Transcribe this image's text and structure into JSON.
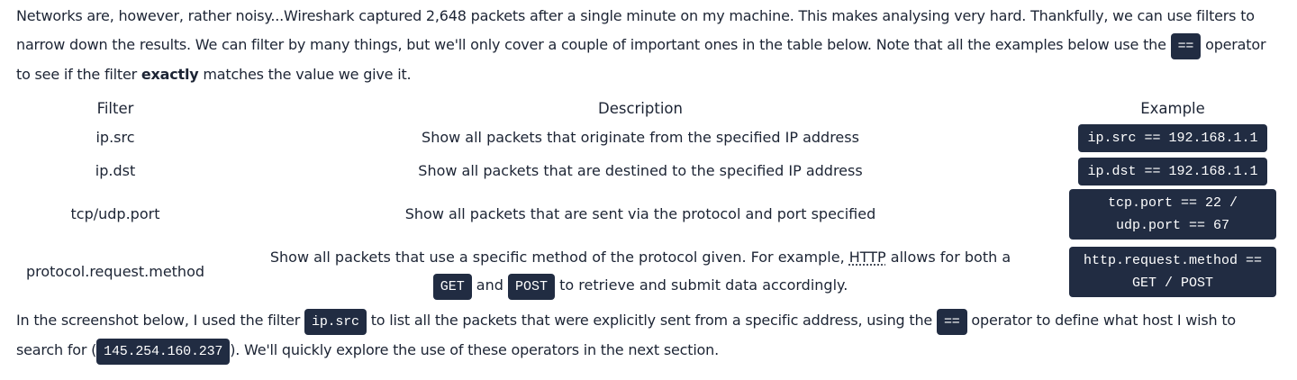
{
  "intro": {
    "t1": "Networks are, however, rather noisy...Wireshark captured 2,648 packets after a single minute on my machine. This makes analysing very hard. Thankfully, we can use filters to narrow down the results. We can filter by many things, but we'll only cover a couple of important ones in the table below. Note that all the examples below use the ",
    "code": "==",
    "t2": " operator to see if the filter ",
    "bold": "exactly",
    "t3": " matches the value we give it."
  },
  "table": {
    "headers": [
      "Filter",
      "Description",
      "Example"
    ],
    "rows": [
      {
        "filter": "ip.src",
        "desc": "Show all packets that originate from the specified IP address",
        "example": "ip.src == 192.168.1.1"
      },
      {
        "filter": "ip.dst",
        "desc": "Show all packets that are destined to the specified IP address",
        "example": "ip.dst == 192.168.1.1"
      },
      {
        "filter": "tcp/udp.port",
        "desc": "Show all packets that are sent via the protocol and port specified",
        "example": "tcp.port == 22 / udp.port == 67"
      },
      {
        "filter": "protocol.request.method",
        "desc_a": "Show all packets that use a specific method of the protocol given. For example, ",
        "abbr": "HTTP",
        "desc_b": " allows for both a ",
        "get": "GET",
        "and": " and ",
        "post": "POST",
        "desc_c": " to retrieve and submit data accordingly.",
        "example": "http.request.method == GET / POST"
      }
    ]
  },
  "outro": {
    "t1": "In the screenshot below, I used the filter ",
    "code1": "ip.src",
    "t2": " to list all the packets that were explicitly sent from a specific address, using the ",
    "code2": "==",
    "t3": " operator to define what host I wish to search for (",
    "code3": "145.254.160.237",
    "t4": "). We'll quickly explore the use of these operators in the next section."
  }
}
